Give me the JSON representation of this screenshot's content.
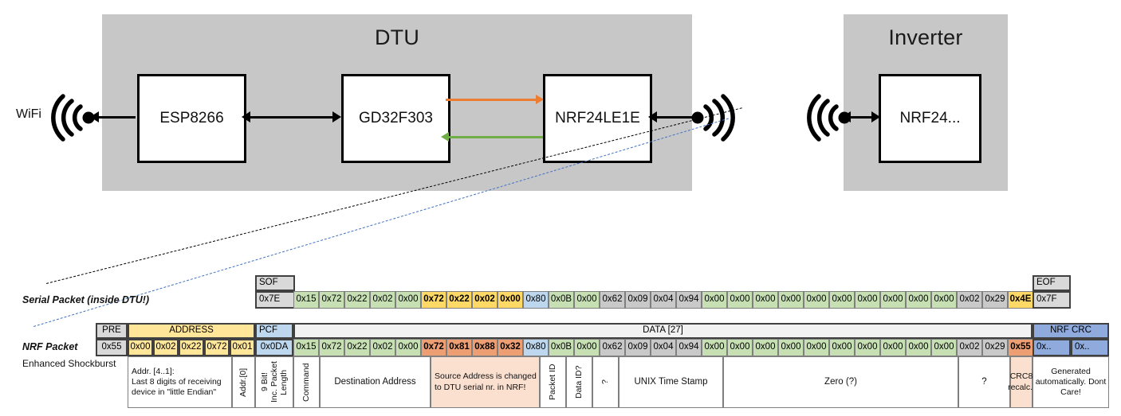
{
  "diagram": {
    "dtu": {
      "title": "DTU",
      "chips": [
        {
          "name": "esp8266",
          "label": "ESP8266"
        },
        {
          "name": "gd32f303",
          "label": "GD32F303"
        },
        {
          "name": "nrf24le1e",
          "label": "NRF24LE1E"
        }
      ]
    },
    "inverter": {
      "title": "Inverter",
      "chips": [
        {
          "name": "nrf24",
          "label": "NRF24..."
        }
      ]
    },
    "wifi_label": "WiFi",
    "accent_orange": "#ED7D31",
    "accent_green": "#70AD47",
    "box_fill": "#C7C7C7"
  },
  "serial_packet": {
    "row_label": "Serial Packet (inside DTU!)",
    "sof_header": "SOF",
    "eof_header": "EOF",
    "sof_value": "0x7E",
    "eof_value": "0x7F",
    "bytes": [
      {
        "v": "0x15",
        "c": "green"
      },
      {
        "v": "0x72",
        "c": "green"
      },
      {
        "v": "0x22",
        "c": "green"
      },
      {
        "v": "0x02",
        "c": "green"
      },
      {
        "v": "0x00",
        "c": "green"
      },
      {
        "v": "0x72",
        "c": "gold",
        "b": true
      },
      {
        "v": "0x22",
        "c": "gold",
        "b": true
      },
      {
        "v": "0x02",
        "c": "gold",
        "b": true
      },
      {
        "v": "0x00",
        "c": "gold",
        "b": true
      },
      {
        "v": "0x80",
        "c": "blue"
      },
      {
        "v": "0x0B",
        "c": "green"
      },
      {
        "v": "0x00",
        "c": "green"
      },
      {
        "v": "0x62",
        "c": "grey2"
      },
      {
        "v": "0x09",
        "c": "grey2"
      },
      {
        "v": "0x04",
        "c": "grey2"
      },
      {
        "v": "0x94",
        "c": "grey2"
      },
      {
        "v": "0x00",
        "c": "green"
      },
      {
        "v": "0x00",
        "c": "green"
      },
      {
        "v": "0x00",
        "c": "green"
      },
      {
        "v": "0x00",
        "c": "green"
      },
      {
        "v": "0x00",
        "c": "green"
      },
      {
        "v": "0x00",
        "c": "green"
      },
      {
        "v": "0x00",
        "c": "green"
      },
      {
        "v": "0x00",
        "c": "green"
      },
      {
        "v": "0x00",
        "c": "green"
      },
      {
        "v": "0x00",
        "c": "green"
      },
      {
        "v": "0x02",
        "c": "grey2"
      },
      {
        "v": "0x29",
        "c": "grey2"
      },
      {
        "v": "0x4E",
        "c": "gold",
        "b": true
      }
    ]
  },
  "nrf_packet": {
    "row_label": "NRF Packet",
    "sub_label": "Enhanced Shockburst",
    "headers": {
      "pre": "PRE",
      "address": "ADDRESS",
      "pcf": "PCF",
      "data": "DATA [27]",
      "nrf_crc": "NRF CRC"
    },
    "pre_value": "0x55",
    "address_values": [
      "0x00",
      "0x02",
      "0x22",
      "0x72",
      "0x01"
    ],
    "pcf_value": "0x0DA",
    "crc_values": [
      "0x..",
      "0x.."
    ],
    "bytes": [
      {
        "v": "0x15",
        "c": "green"
      },
      {
        "v": "0x72",
        "c": "green"
      },
      {
        "v": "0x22",
        "c": "green"
      },
      {
        "v": "0x02",
        "c": "green"
      },
      {
        "v": "0x00",
        "c": "green"
      },
      {
        "v": "0x72",
        "c": "salmon",
        "b": true
      },
      {
        "v": "0x81",
        "c": "salmon",
        "b": true
      },
      {
        "v": "0x88",
        "c": "salmon",
        "b": true
      },
      {
        "v": "0x32",
        "c": "salmon",
        "b": true
      },
      {
        "v": "0x80",
        "c": "blue"
      },
      {
        "v": "0x0B",
        "c": "green"
      },
      {
        "v": "0x00",
        "c": "green"
      },
      {
        "v": "0x62",
        "c": "grey2"
      },
      {
        "v": "0x09",
        "c": "grey2"
      },
      {
        "v": "0x04",
        "c": "grey2"
      },
      {
        "v": "0x94",
        "c": "grey2"
      },
      {
        "v": "0x00",
        "c": "green"
      },
      {
        "v": "0x00",
        "c": "green"
      },
      {
        "v": "0x00",
        "c": "green"
      },
      {
        "v": "0x00",
        "c": "green"
      },
      {
        "v": "0x00",
        "c": "green"
      },
      {
        "v": "0x00",
        "c": "green"
      },
      {
        "v": "0x00",
        "c": "green"
      },
      {
        "v": "0x00",
        "c": "green"
      },
      {
        "v": "0x00",
        "c": "green"
      },
      {
        "v": "0x00",
        "c": "green"
      },
      {
        "v": "0x02",
        "c": "grey2"
      },
      {
        "v": "0x29",
        "c": "grey2"
      },
      {
        "v": "0x55",
        "c": "salmon",
        "b": true
      }
    ],
    "descriptions": {
      "address": "Addr. [4..1]:\nLast 8 digits of receiving device in \"little Endian\"",
      "addr0": "Addr.[0]",
      "packet_length": "9 Bit!\nInc. Packet Length",
      "command": "Command",
      "destination": "Destination Address",
      "source": "Source Address is changed to DTU serial nr. in NRF!",
      "packet_id": "Packet ID",
      "data_id": "Data ID?",
      "tilde": "?",
      "timestamp": "UNIX Time Stamp",
      "zero": "Zero (?)",
      "question": "?",
      "crc8": "CRC8 recalc.!",
      "generated": "Generated automatically. Dont Care!"
    }
  }
}
